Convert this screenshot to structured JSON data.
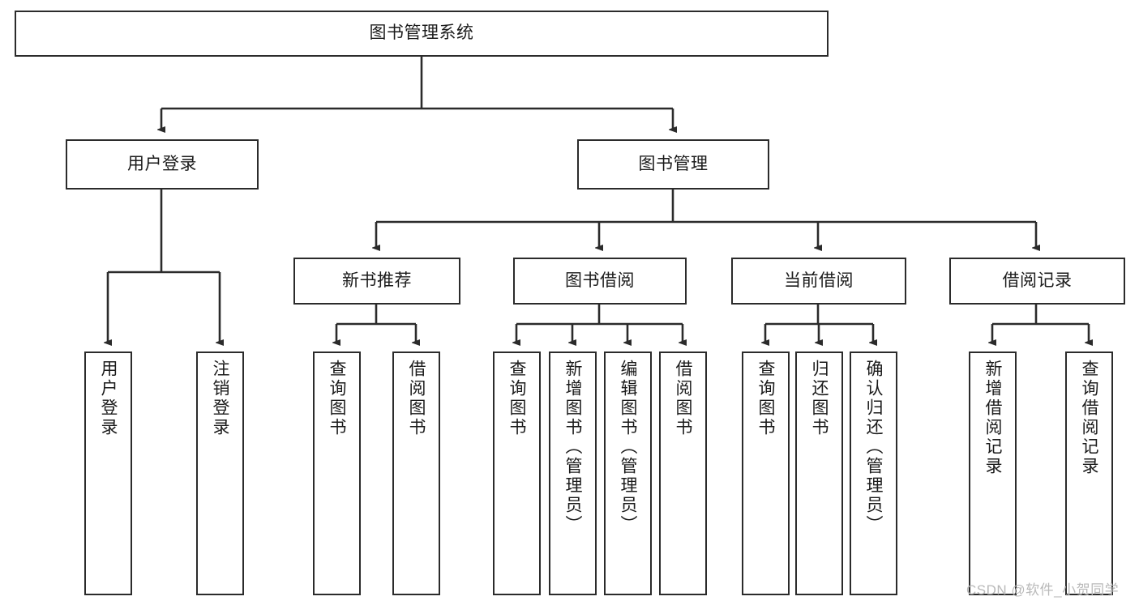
{
  "diagram": {
    "title": "图书管理系统",
    "type": "tree-hierarchy-diagram",
    "root": {
      "label": "图书管理系统"
    },
    "level2": [
      {
        "label": "用户登录"
      },
      {
        "label": "图书管理"
      }
    ],
    "level3": [
      {
        "label": "新书推荐"
      },
      {
        "label": "图书借阅"
      },
      {
        "label": "当前借阅"
      },
      {
        "label": "借阅记录"
      }
    ],
    "leaves": {
      "user_login": [
        {
          "label": "用户登录"
        },
        {
          "label": "注销登录"
        }
      ],
      "new_book_recommend": [
        {
          "label": "查询图书"
        },
        {
          "label": "借阅图书"
        }
      ],
      "book_borrow": [
        {
          "label": "查询图书"
        },
        {
          "label": "新增图书（管理员）"
        },
        {
          "label": "编辑图书（管理员）"
        },
        {
          "label": "借阅图书"
        }
      ],
      "current_borrow": [
        {
          "label": "查询图书"
        },
        {
          "label": "归还图书"
        },
        {
          "label": "确认归还（管理员）"
        }
      ],
      "borrow_record": [
        {
          "label": "新增借阅记录"
        },
        {
          "label": "查询借阅记录"
        }
      ]
    },
    "watermark": "CSDN @软件_小贺同学",
    "colors": {
      "stroke": "#2b2b2b",
      "fill": "#ffffff",
      "text": "#1b1b1b",
      "watermark": "#b9b9b9"
    }
  }
}
